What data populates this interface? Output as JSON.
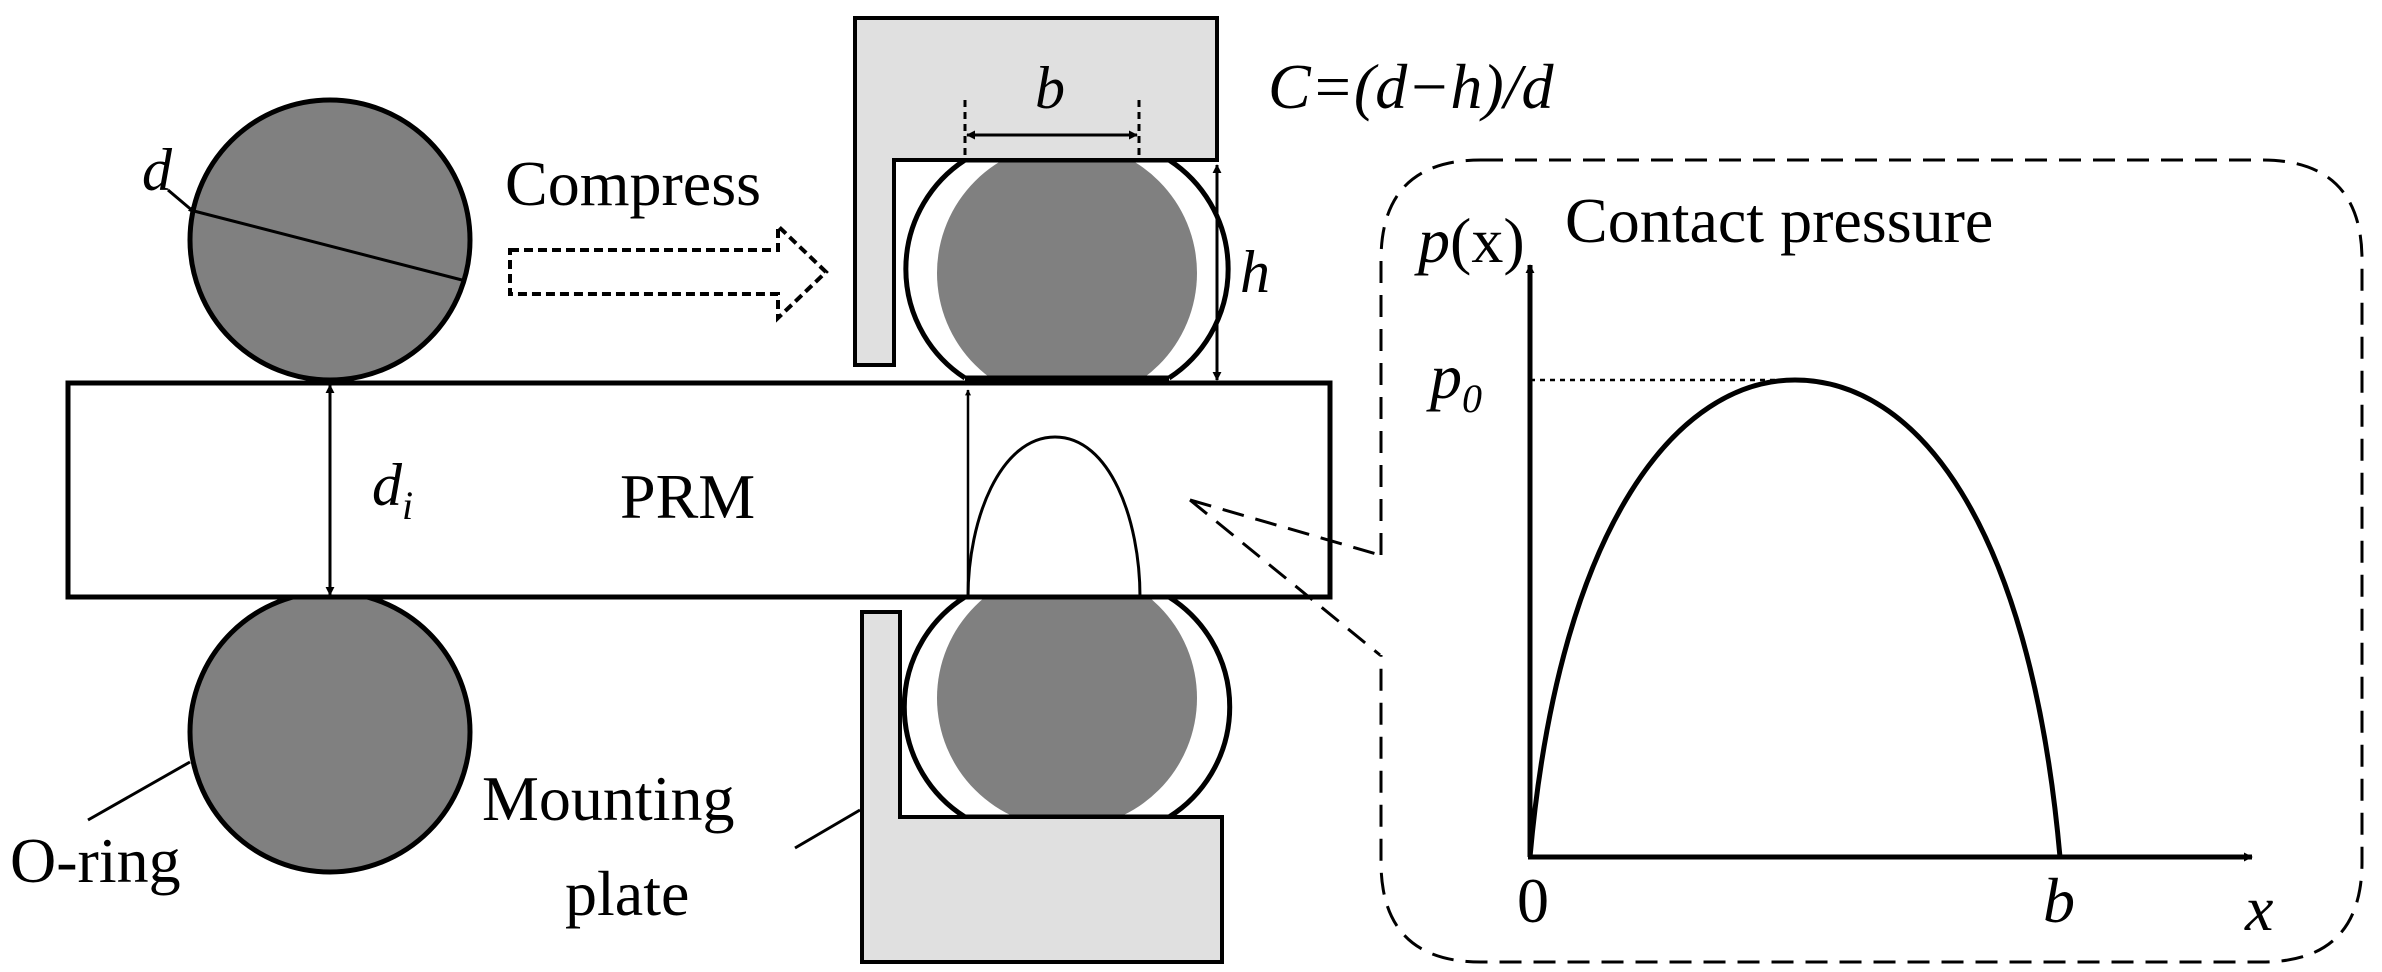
{
  "colors": {
    "oring_fill": "#808080",
    "plate_fill": "#e0e0e0",
    "stroke": "#000000",
    "background": "#ffffff"
  },
  "labels": {
    "d": "d",
    "compress": "Compress",
    "b_top": "b",
    "formula": "C=(d−h)/d",
    "h": "h",
    "di_main": "d",
    "di_sub": "i",
    "prm": "PRM",
    "oring": "O-ring",
    "mounting_line1": "Mounting",
    "mounting_line2": "plate"
  },
  "chart": {
    "title": "Contact pressure",
    "ylabel_p": "p",
    "ylabel_arg": "(x)",
    "p0_main": "p",
    "p0_sub": "0",
    "origin": "0",
    "b_tick": "b",
    "xlabel": "x"
  }
}
